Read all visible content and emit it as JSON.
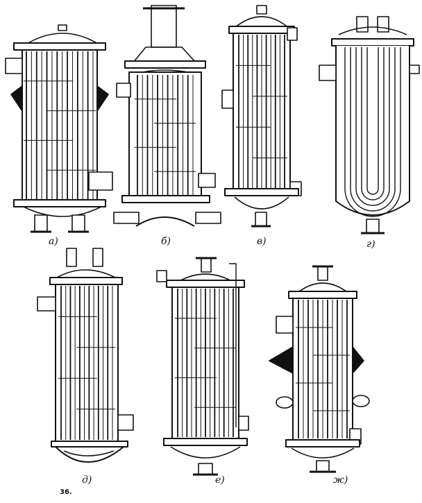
{
  "labels": {
    "a": "а)",
    "b": "б)",
    "v": "в)",
    "g": "г)",
    "d": "д)",
    "e": "е)",
    "zh": "ж)"
  },
  "figure_number": "36.",
  "colors": {
    "ink": "#111111",
    "paper": "#ffffff"
  }
}
